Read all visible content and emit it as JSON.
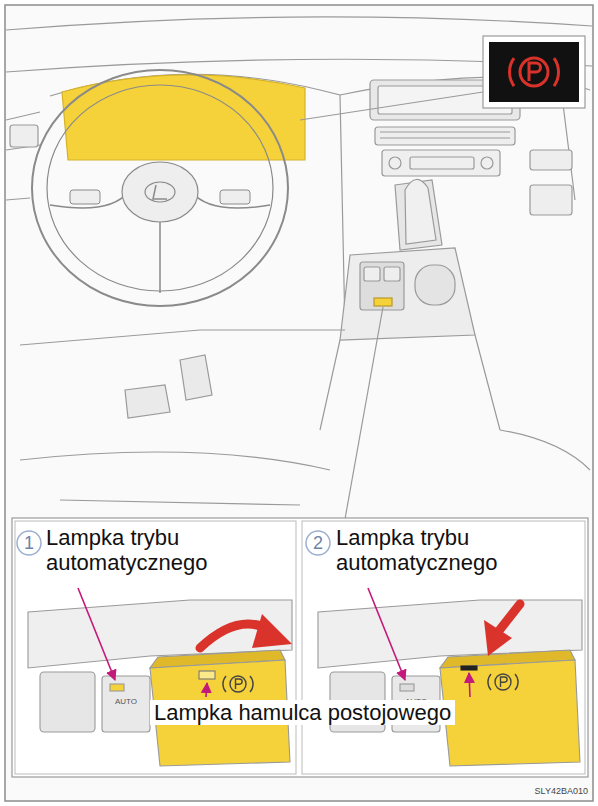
{
  "diagram": {
    "labels": [
      "1",
      "Lampka trybu automatycznego",
      "AUTO",
      "2",
      "Lampka trybu automatycznego",
      "AUTO",
      "Lampka hamulca postojowego",
      "SLY42BA010"
    ]
  }
}
